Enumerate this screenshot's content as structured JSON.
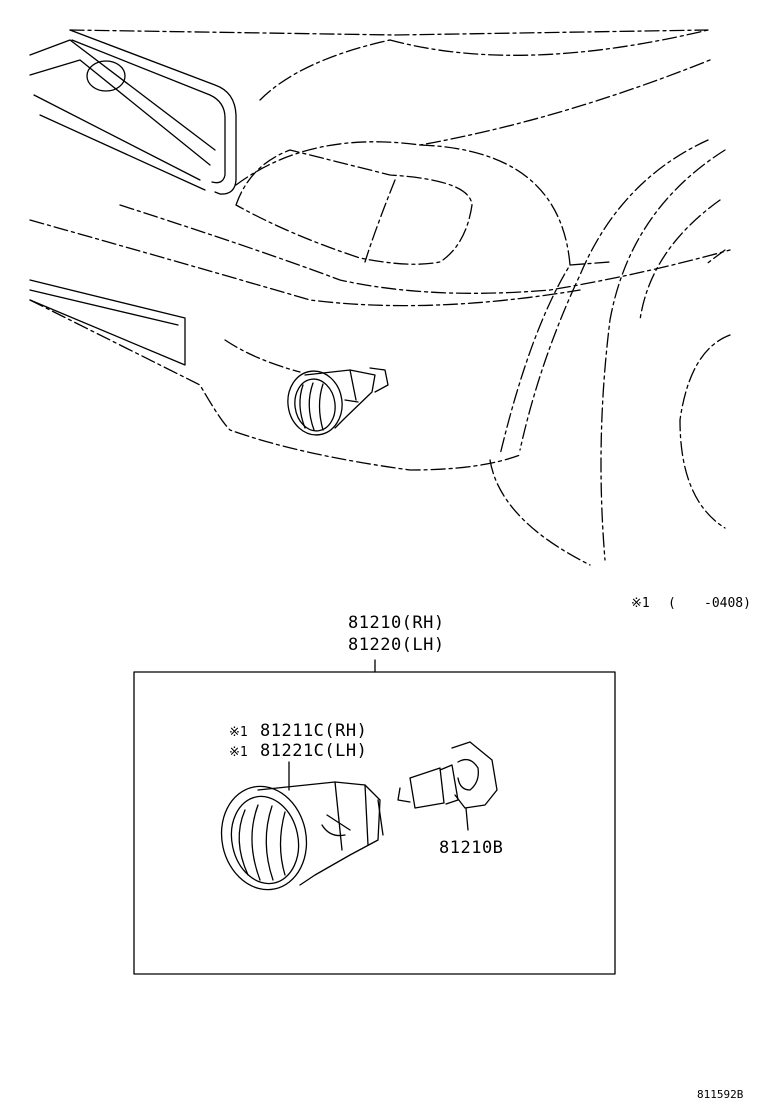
{
  "note": {
    "mark": "※1",
    "open_paren": "(",
    "range": "-0408)"
  },
  "assembly": {
    "rh": "81210(RH)",
    "lh": "81220(LH)"
  },
  "unit": {
    "rh": "81211C(RH)",
    "lh": "81221C(LH)",
    "mark": "※1"
  },
  "bulb": {
    "part": "81210B"
  },
  "figure_code": "811592B",
  "colors": {
    "line": "#000000",
    "background": "#ffffff"
  }
}
